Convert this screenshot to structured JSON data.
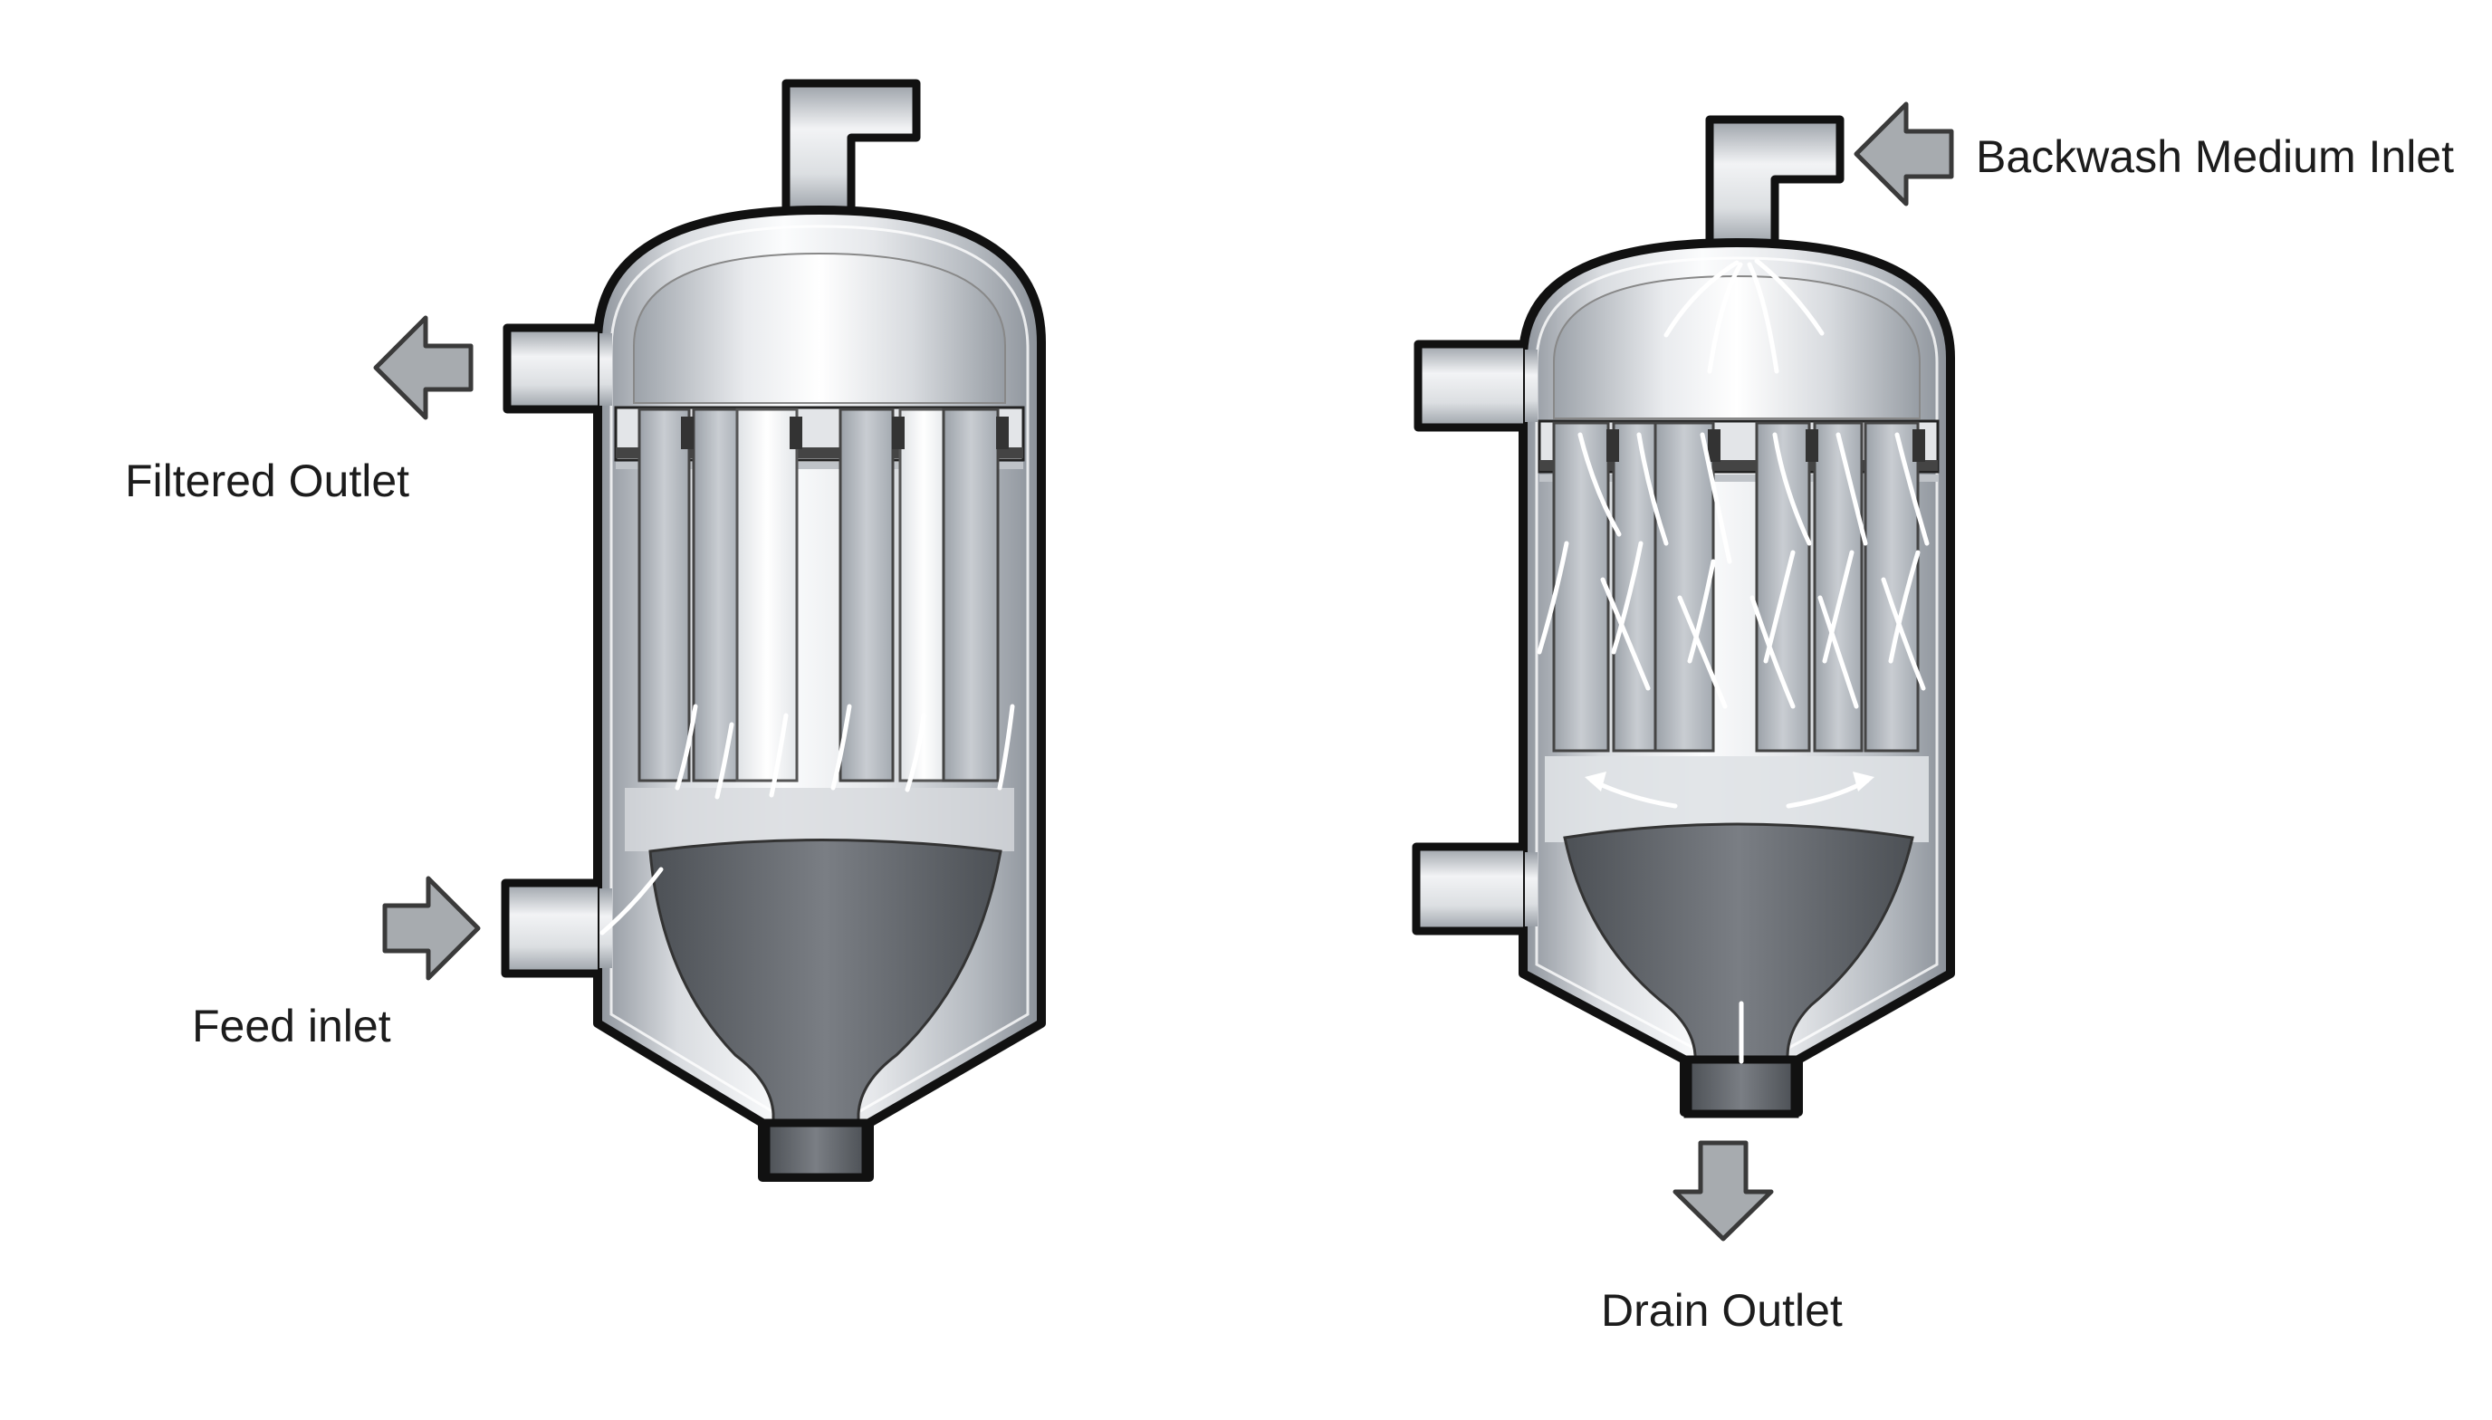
{
  "labels": {
    "filtered_outlet": "Filtered Outlet",
    "feed_inlet": "Feed inlet",
    "backwash_medium_inlet": "Backwash Medium Inlet",
    "drain_outlet": "Drain Outlet"
  },
  "colors": {
    "outline": "#111111",
    "steel_light": "#f7f8fa",
    "steel_mid": "#c7cbd1",
    "steel_dark": "#8e949c",
    "sludge": "#5f6368",
    "arrow_fill": "#a7abaf",
    "arrow_stroke": "#3a3a3a"
  },
  "icons": {
    "flow_arrow": "block-arrow",
    "flow_streak": "curved-line"
  }
}
